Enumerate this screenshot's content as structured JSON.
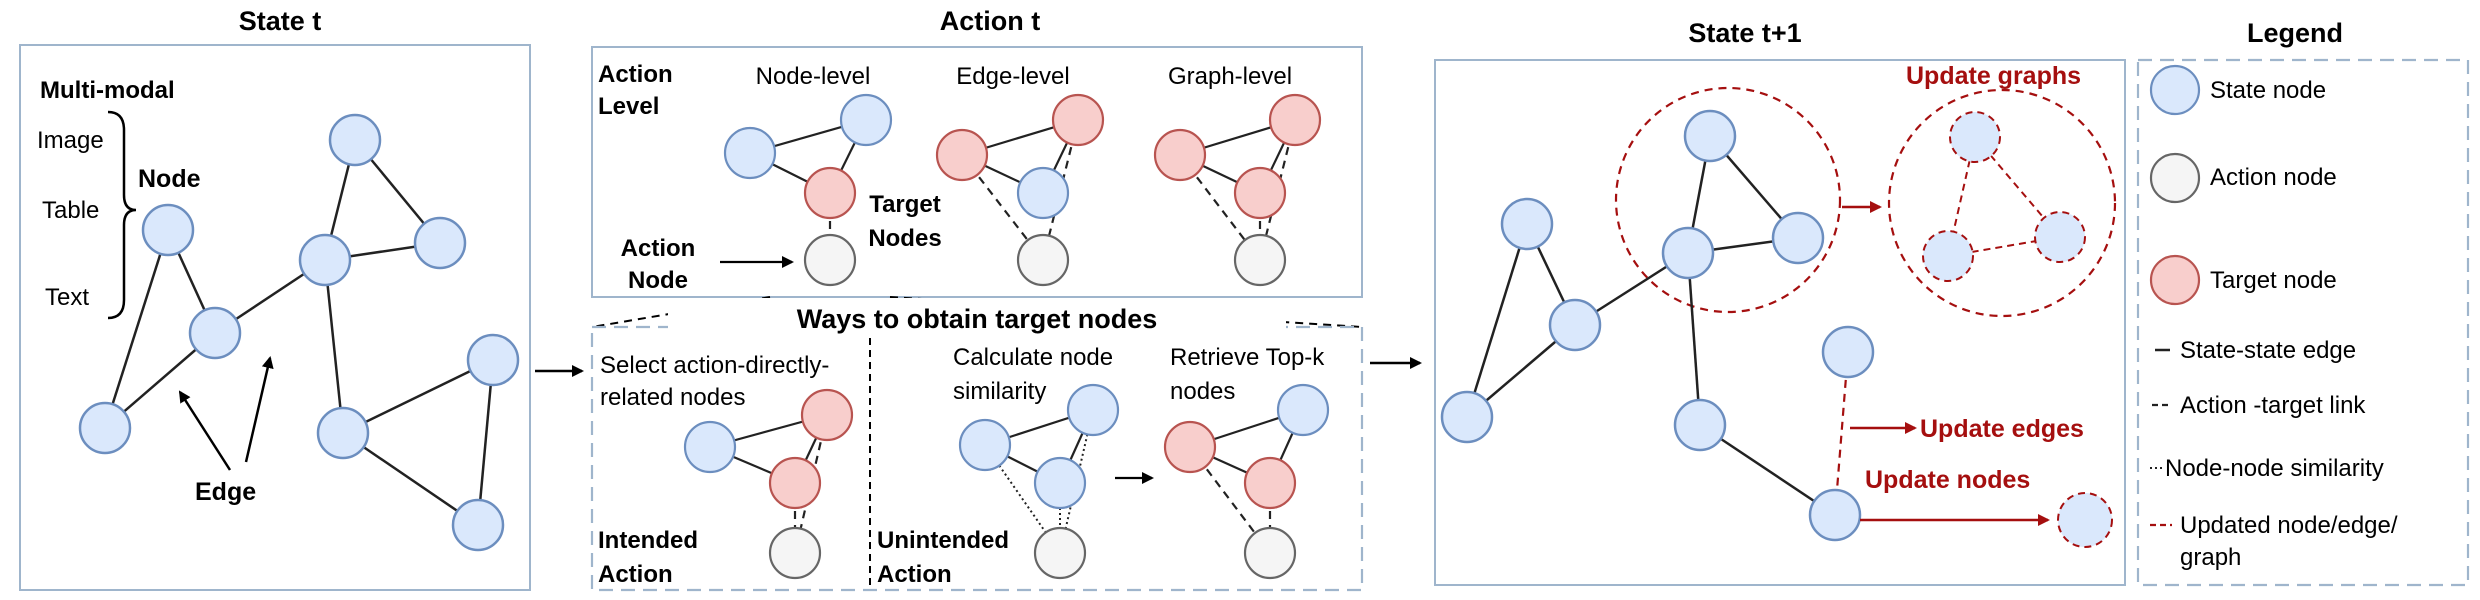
{
  "titles": {
    "state_t": "State t",
    "action_t": "Action t",
    "state_t1": "State t+1",
    "legend": "Legend"
  },
  "state_t": {
    "multimodal": "Multi-modal",
    "image": "Image",
    "table": "Table",
    "text": "Text",
    "node": "Node",
    "edge": "Edge"
  },
  "action_level": {
    "heading_line1": "Action",
    "heading_line2": "Level",
    "node_level": "Node-level",
    "edge_level": "Edge-level",
    "graph_level": "Graph-level",
    "action_node_line1": "Action",
    "action_node_line2": "Node",
    "target_nodes_line1": "Target",
    "target_nodes_line2": "Nodes"
  },
  "ways": {
    "title": "Ways to obtain target nodes",
    "select_line1": "Select action-directly-",
    "select_line2": "related nodes",
    "intended_line1": "Intended",
    "intended_line2": "Action",
    "calculate_line1": "Calculate node",
    "calculate_line2": "similarity",
    "retrieve_line1": "Retrieve Top-k",
    "retrieve_line2": "nodes",
    "unintended_line1": "Unintended",
    "unintended_line2": "Action"
  },
  "state_t1": {
    "update_graphs": "Update graphs",
    "update_edges": "Update edges",
    "update_nodes": "Update nodes"
  },
  "legend": {
    "items": [
      {
        "label": "State node"
      },
      {
        "label": "Action node"
      },
      {
        "label": "Target node"
      },
      {
        "label": "State-state edge"
      },
      {
        "label": "Action -target link"
      },
      {
        "label": "Node-node similarity"
      },
      {
        "label_line1": "Updated node/edge/",
        "label_line2": "graph"
      }
    ]
  },
  "colors": {
    "state_node": "#dae8fc",
    "state_node_stroke": "#6c8ebf",
    "action_node": "#f5f5f5",
    "action_node_stroke": "#666666",
    "target_node": "#f8cecc",
    "target_node_stroke": "#b85450",
    "panel_border": "#9fb5cc",
    "update_red": "#a50f0f"
  }
}
